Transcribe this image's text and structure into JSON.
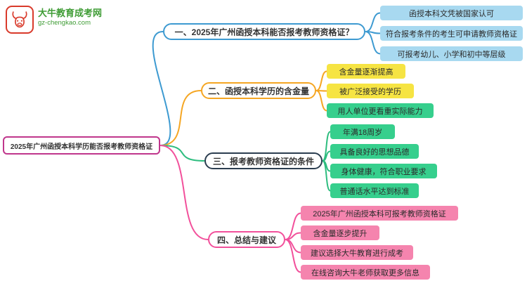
{
  "logo": {
    "title": "大牛教育成考网",
    "url": "gz-chengkao.com"
  },
  "root": {
    "label": "2025年广州函授本科学历能否报考教师资格证"
  },
  "branches": [
    {
      "label": "一、2025年广州函授本科能否报考教师资格证？",
      "color": "#3d9ad1",
      "child_bg": "#a8d9f0",
      "children": [
        "函授本科文凭被国家认可",
        "符合报考条件的考生可申请教师资格证",
        "可报考幼儿、小学和初中等层级"
      ]
    },
    {
      "label": "二、函授本科学历的含金量",
      "color": "#f5a623",
      "child_bg": "#f6e443",
      "children": [
        "含金量逐渐提高",
        "被广泛接受的学历",
        "用人单位更看重实际能力"
      ]
    },
    {
      "label": "三、报考教师资格证的条件",
      "color": "#2ebd7f",
      "border_color": "#2c3e50",
      "child_bg": "#36cf8d",
      "children": [
        "年满18周岁",
        "具备良好的思想品德",
        "身体健康，符合职业要求",
        "普通话水平达到标准"
      ]
    },
    {
      "label": "四、总结与建议",
      "color": "#f2509b",
      "child_bg": "#f584ae",
      "children": [
        "2025年广州函授本科可报考教师资格证",
        "含金量逐步提升",
        "建议选择大牛教育进行成考",
        "在线咨询大牛老师获取更多信息"
      ]
    }
  ],
  "palette": {
    "root_border": "#c0368c",
    "branch1_blue": "#3d9ad1",
    "branch2_orange": "#f5a623",
    "branch3_green_line": "#2ebd7f",
    "branch3_border": "#2c3e50",
    "branch4_pink": "#f2509b",
    "child_cyan": "#a8d9f0",
    "child_yellow": "#f6e443",
    "child_green": "#36cf8d",
    "child_pink": "#f584ae",
    "logo_red": "#d93a2b",
    "logo_green": "#3f9c35",
    "background": "#ffffff"
  }
}
